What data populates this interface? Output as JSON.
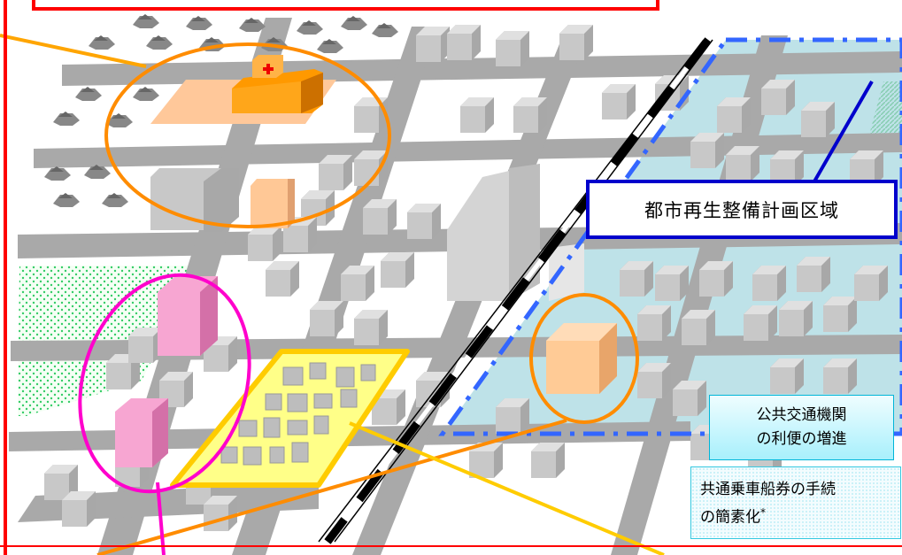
{
  "labels": {
    "region": "都市再生整備計画区域",
    "transit_line1": "公共交通機関",
    "transit_line2": "の利便の増進",
    "ticket_line1": "共通乗車船券の手続",
    "ticket_line2": "の簡素化",
    "ticket_mark": "*"
  },
  "colors": {
    "frame": "#ff0000",
    "road": "#a9a9a9",
    "building": "#c0c0c0",
    "hospital": "#ff9900",
    "hospital_site": "#ffc89a",
    "orange_ring": "#ff8c00",
    "magenta_ring": "#ff00cc",
    "pink_building": "#f48cc4",
    "yellow_area": "#ffff88",
    "yellow_border": "#ffcc00",
    "green_area": "#33cc66",
    "plan_area": "#a8d8e0",
    "plan_border": "#3366ff",
    "region_label_border": "#0000cc",
    "rail": "#000000"
  },
  "icons": {
    "hospital_cross": "red-cross-icon",
    "trees": "tree-icon"
  }
}
